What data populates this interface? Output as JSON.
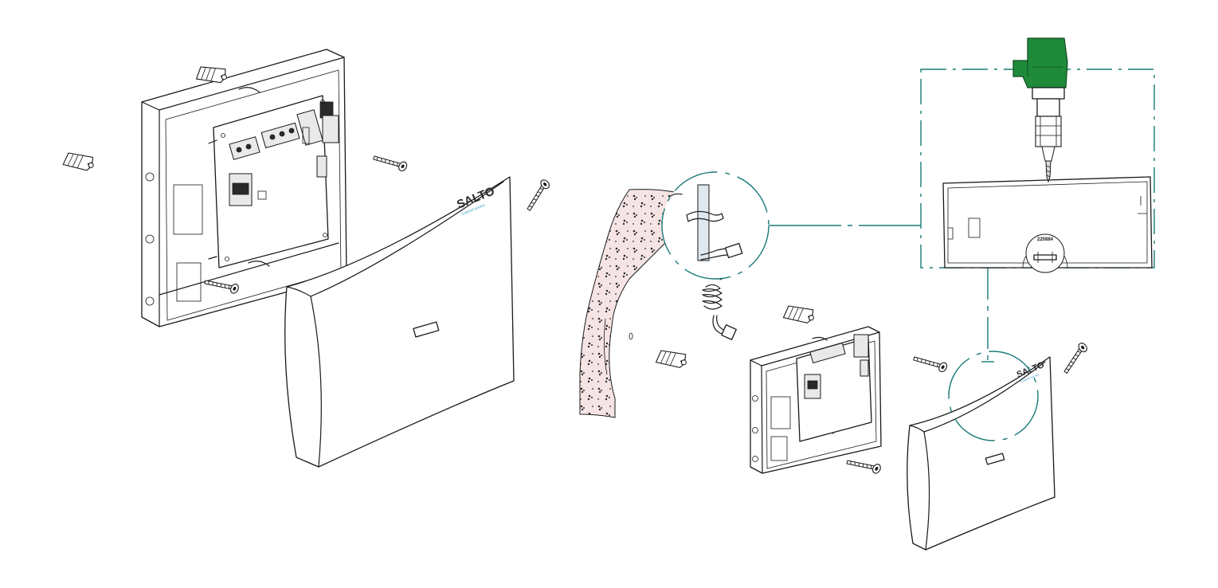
{
  "brand": {
    "name": "SALTO",
    "tagline": "Inspired access",
    "accent_color": "#3aa0c8"
  },
  "label_code": "220884",
  "colors": {
    "callout": "#1a7a78",
    "drill_body": "#1f8a3a",
    "wall": "#f3dede"
  },
  "parts": {
    "drill": "drill-icon",
    "wall_plug": "wall-plug-icon",
    "screw": "screw-icon",
    "cable_connector": "rj45-connector-icon",
    "coiled_cable": "coiled-cable-icon"
  }
}
